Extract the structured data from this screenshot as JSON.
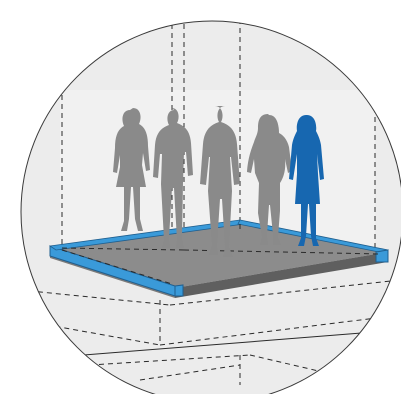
{
  "illustration": {
    "figures": [
      {
        "role": "woman-in-dress",
        "highlighted": false
      },
      {
        "role": "man-in-suit",
        "highlighted": false
      },
      {
        "role": "man-in-jacket",
        "highlighted": false
      },
      {
        "role": "woman-with-long-hair",
        "highlighted": false
      },
      {
        "role": "woman-standing",
        "highlighted": true
      }
    ],
    "colors": {
      "circle_fill": "#ececec",
      "circle_stroke": "#3a3a3a",
      "floor_top": "#8c8c8c",
      "floor_side": "#5f5f5f",
      "frame_accent": "#3a9ad9",
      "figure_gray": "#8a8a8a",
      "figure_highlight": "#1767b0",
      "dash_line": "#2a2a2a"
    }
  }
}
